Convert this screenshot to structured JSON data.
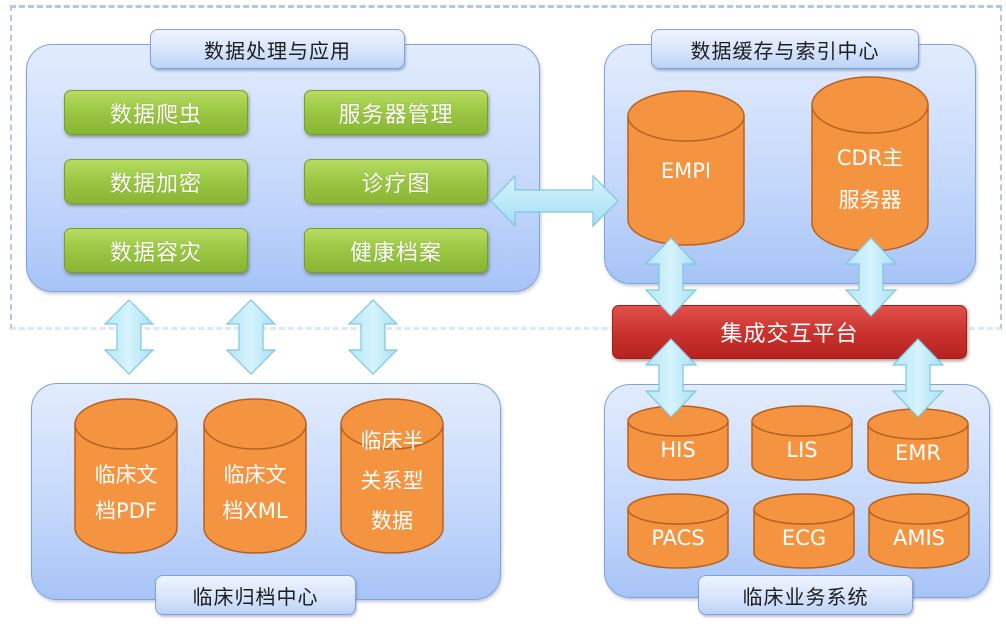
{
  "groups": {
    "processing": {
      "title": "数据处理与应用",
      "items": [
        "数据爬虫",
        "服务器管理",
        "数据加密",
        "诊疗图",
        "数据容灾",
        "健康档案"
      ]
    },
    "cache": {
      "title": "数据缓存与索引中心",
      "items": [
        {
          "line1": "EMPI",
          "line2": ""
        },
        {
          "line1": "CDR主",
          "line2": "服务器"
        }
      ]
    },
    "integration": {
      "title": "集成交互平台"
    },
    "archive": {
      "title": "临床归档中心",
      "items": [
        {
          "lines": [
            "临床文",
            "档PDF"
          ]
        },
        {
          "lines": [
            "临床文",
            "档XML"
          ]
        },
        {
          "lines": [
            "临床半",
            "关系型",
            "数据"
          ]
        }
      ]
    },
    "business": {
      "title": "临床业务系统",
      "items": [
        "HIS",
        "LIS",
        "EMR",
        "PACS",
        "ECG",
        "AMIS"
      ]
    }
  },
  "colors": {
    "panel": "#c3d7fb",
    "green_box": "#9cc845",
    "cylinder": "#f59440",
    "integration_bar": "#c9312e",
    "arrow": "#c4eefb"
  }
}
